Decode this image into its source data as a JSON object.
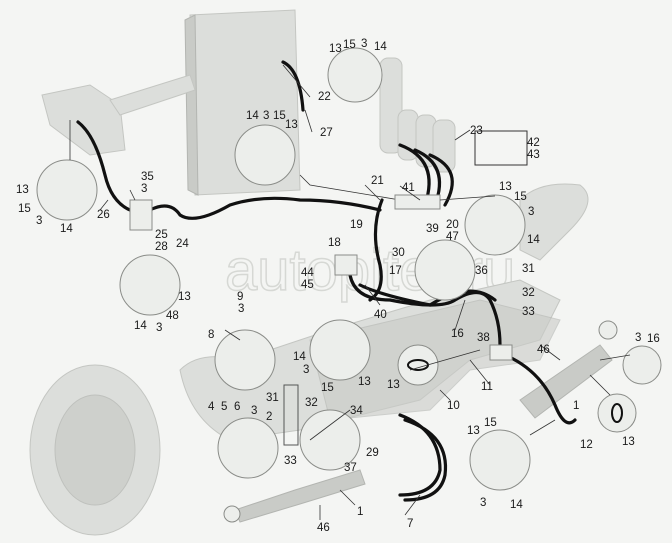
{
  "watermark": "autopiter.ru",
  "callouts": [
    "13",
    "15",
    "3",
    "14",
    "22",
    "27",
    "14",
    "3",
    "15",
    "13",
    "23",
    "42",
    "43",
    "21",
    "41",
    "19",
    "39",
    "20",
    "47",
    "13",
    "15",
    "3",
    "14",
    "35",
    "3",
    "25",
    "28",
    "24",
    "26",
    "13",
    "15",
    "3",
    "14",
    "18",
    "44",
    "45",
    "17",
    "30",
    "36",
    "31",
    "32",
    "33",
    "13",
    "14",
    "3",
    "48",
    "9",
    "3",
    "8",
    "40",
    "16",
    "14",
    "3",
    "13",
    "15",
    "38",
    "46",
    "3",
    "16",
    "11",
    "10",
    "13",
    "13",
    "12",
    "1",
    "4",
    "5",
    "6",
    "3",
    "2",
    "31",
    "32",
    "34",
    "33",
    "29",
    "37",
    "13",
    "15",
    "3",
    "14",
    "1",
    "7",
    "46"
  ]
}
